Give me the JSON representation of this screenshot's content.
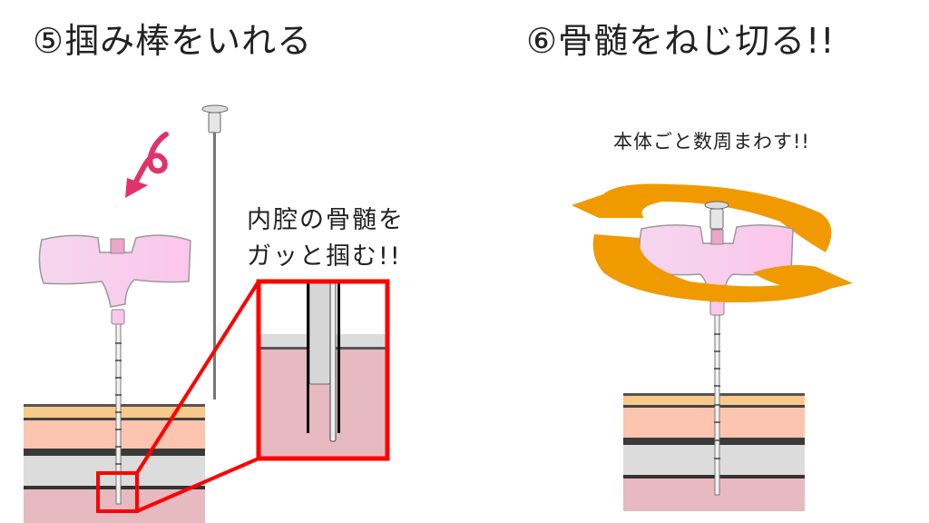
{
  "left_panel": {
    "title": "⑤掴み棒をいれる",
    "note_line1": "内腔の骨髄を",
    "note_line2": "ガッと掴む!!"
  },
  "right_panel": {
    "title": "⑥骨髄をねじ切る!!",
    "note": "本体ごと数周まわす!!"
  },
  "colors": {
    "highlight_red": "#ff0000",
    "arrow_magenta": "#e0336a",
    "rotate_orange": "#f09a00",
    "handle_pink": "#f9c8ec",
    "fat_orange": "#f7c98a",
    "muscle_salmon": "#fdc4b0",
    "bone_gray": "#dcdcdc",
    "marrow_pink": "#e6bac0"
  }
}
